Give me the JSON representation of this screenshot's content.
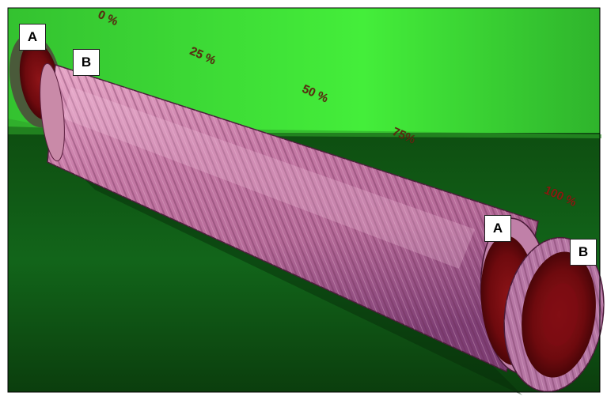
{
  "labels": {
    "a_left": "A",
    "b_left": "B",
    "a_right": "A",
    "b_right": "B"
  },
  "percent_marks": {
    "p0": "0 %",
    "p25": "25 %",
    "p50": "50 %",
    "p75": "75%",
    "p100": "100 %"
  },
  "colors": {
    "sky_green": "#3ee03a",
    "ground_green": "#0f5a12",
    "cylinder_pink": "#c87aa8",
    "cylinder_purple": "#8a4a8a",
    "end_cap_red": "#7a0a10",
    "percent_text": "#5a2a10"
  }
}
